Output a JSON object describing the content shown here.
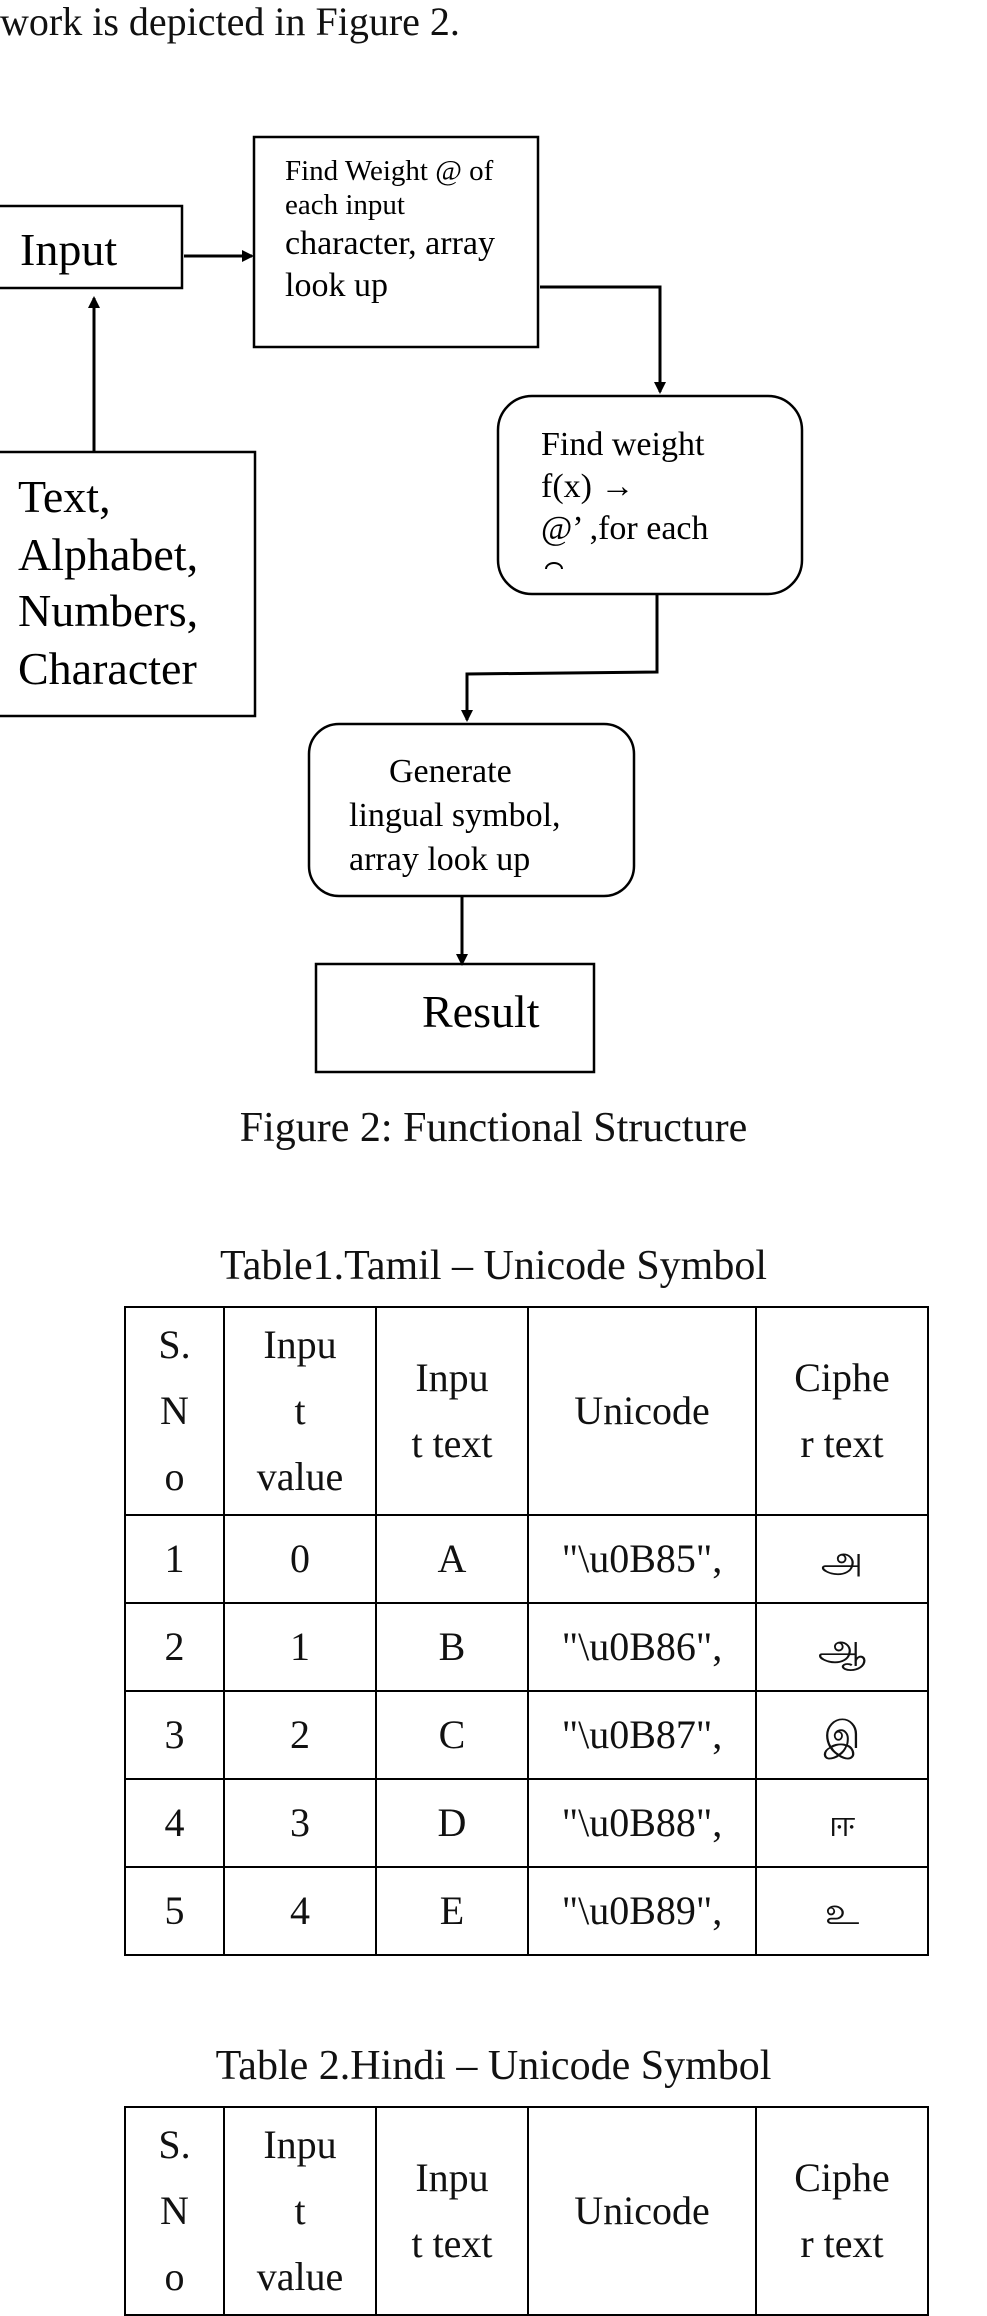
{
  "intro_text": "work is depicted in Figure 2.",
  "diagram": {
    "input_label": "Input",
    "sources_lines": [
      "Text,",
      "Alphabet,",
      "Numbers,",
      "Character"
    ],
    "weight_box_lines": [
      "Find Weight  @ of",
      "each input",
      "character, array",
      "look up"
    ],
    "weight_fn_lines": [
      "Find weight",
      "f(x) →",
      "@’ ,for each"
    ],
    "generate_lines": [
      "Generate",
      "lingual symbol,",
      "array look up"
    ],
    "result_label": "Result"
  },
  "figure_caption": "Figure 2: Functional Structure",
  "table1": {
    "title": "Table1.Tamil – Unicode Symbol",
    "headers": [
      [
        "S.",
        "N",
        "o"
      ],
      [
        "Inpu",
        "t",
        "value"
      ],
      [
        "Inpu",
        "t text"
      ],
      [
        "Unicode"
      ],
      [
        "Ciphe",
        "r text"
      ]
    ],
    "rows": [
      [
        "1",
        "0",
        "A",
        "\"\\u0B85\",",
        "அ"
      ],
      [
        "2",
        "1",
        "B",
        "\"\\u0B86\",",
        "ஆ"
      ],
      [
        "3",
        "2",
        "C",
        "\"\\u0B87\",",
        "இ"
      ],
      [
        "4",
        "3",
        "D",
        "\"\\u0B88\",",
        "ஈ"
      ],
      [
        "5",
        "4",
        "E",
        "\"\\u0B89\",",
        "உ"
      ]
    ]
  },
  "table2": {
    "title": "Table 2.Hindi – Unicode Symbol",
    "headers": [
      [
        "S.",
        "N",
        "o"
      ],
      [
        "Inpu",
        "t",
        "value"
      ],
      [
        "Inpu",
        "t text"
      ],
      [
        "Unicode"
      ],
      [
        "Ciphe",
        "r text"
      ]
    ]
  }
}
